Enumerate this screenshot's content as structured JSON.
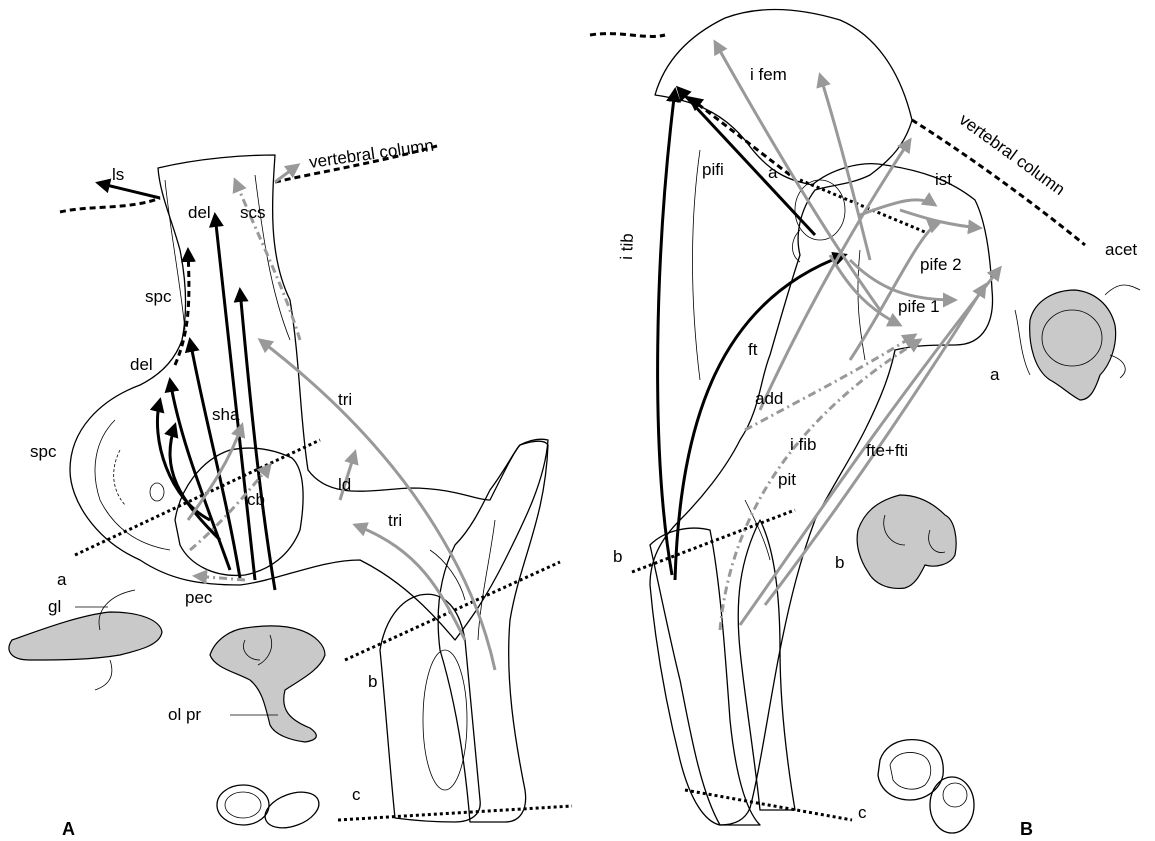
{
  "panels": {
    "A": {
      "panel_label": "A",
      "labels": {
        "ls": "ls",
        "vertebral_column": "vertebral column",
        "del_top": "del",
        "scs": "scs",
        "spc_upper": "spc",
        "del_mid": "del",
        "spc_left": "spc",
        "sha": "sha",
        "tri_upper": "tri",
        "ld": "ld",
        "cb": "cb",
        "tri_lower": "tri",
        "pec": "pec",
        "gl": "gl",
        "ol_pr": "ol pr",
        "sec_a": "a",
        "sec_b": "b",
        "sec_c": "c"
      }
    },
    "B": {
      "panel_label": "B",
      "labels": {
        "i_fem": "i fem",
        "vertebral_column": "vertebral column",
        "pifi": "pifi",
        "sec_a_top": "a",
        "ist": "ist",
        "i_tib": "i tib",
        "pife2": "pife 2",
        "pife1": "pife 1",
        "acet": "acet",
        "ft": "ft",
        "add": "add",
        "i_fib": "i fib",
        "fte_fti": "fte+fti",
        "pit": "pit",
        "sec_a_right": "a",
        "sec_b": "b",
        "sec_b_cs": "b",
        "sec_c": "c"
      }
    }
  },
  "colors": {
    "black_arrow": "#000000",
    "grey_arrow": "#999999",
    "cross_section_fill": "#c9c9c9"
  }
}
